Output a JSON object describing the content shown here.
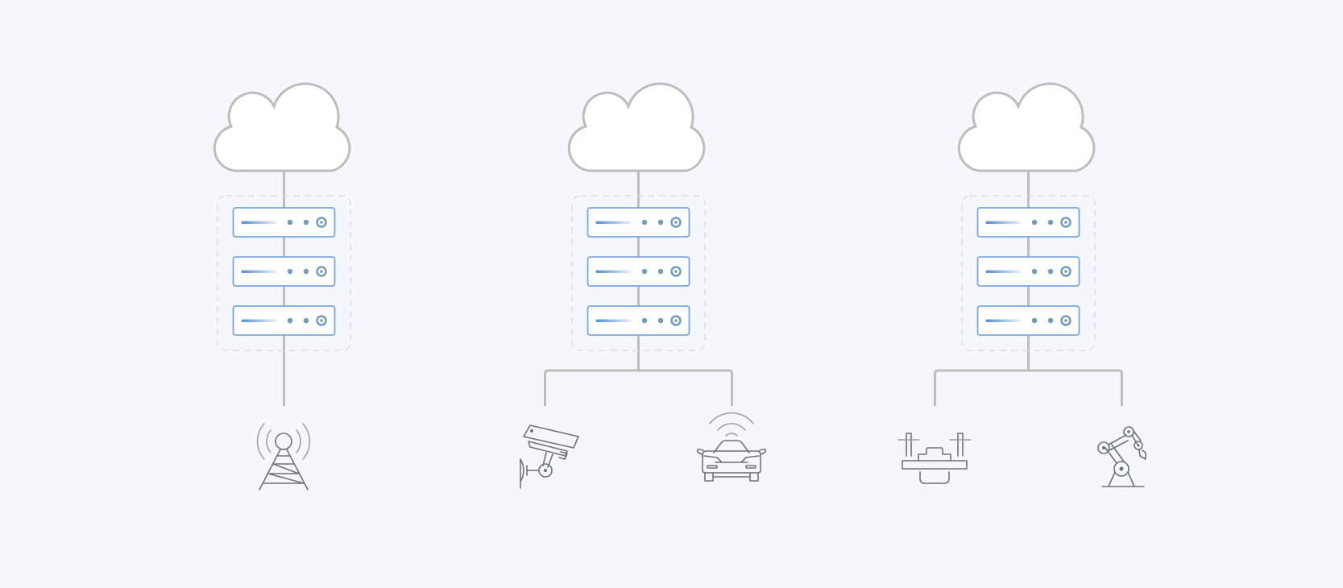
{
  "diagram": {
    "stacks": [
      {
        "name": "stack-1",
        "servers": 3,
        "devices": [
          "antenna-tower-icon"
        ]
      },
      {
        "name": "stack-2",
        "servers": 3,
        "devices": [
          "security-camera-icon",
          "connected-car-icon"
        ]
      },
      {
        "name": "stack-3",
        "servers": 3,
        "devices": [
          "conveyor-machine-icon",
          "robot-arm-icon"
        ]
      }
    ],
    "colors": {
      "background": "#f4f8fc",
      "line": "#bdbdbd",
      "server_border": "#7aa7e3",
      "server_bar": "#4f8fd8",
      "indicator": "#6f9cc4",
      "icon": "#6f7378"
    }
  }
}
